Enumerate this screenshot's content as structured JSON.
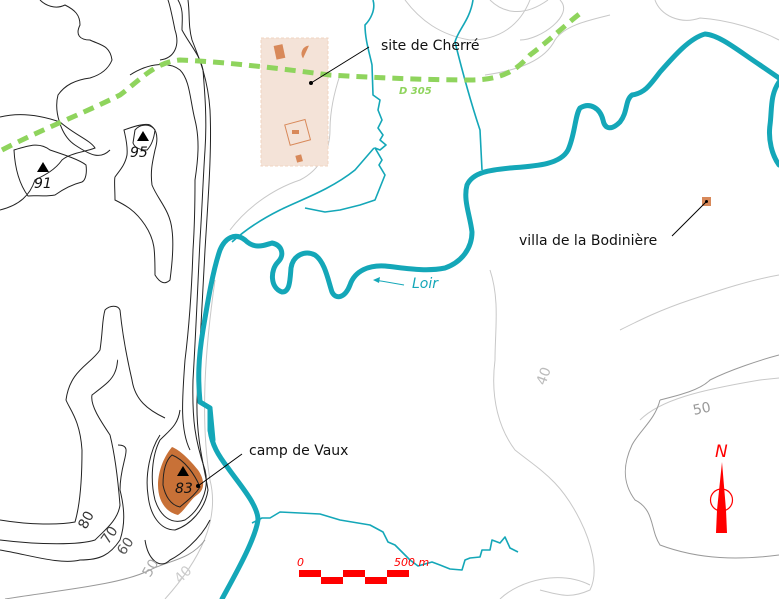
{
  "labels": {
    "site": "site de Cherré",
    "villa": "villa de la Bodinière",
    "camp": "camp de Vaux",
    "river": "Loir",
    "road": "D 305"
  },
  "summits": [
    "91",
    "95",
    "83"
  ],
  "contours": [
    "80",
    "70",
    "60",
    "50",
    "40",
    "40",
    "50"
  ],
  "scale": {
    "start": "0",
    "end": "500 m"
  },
  "compass": {
    "north": "N"
  },
  "colors": {
    "river": "#14a7b8",
    "road": "#8fd45d",
    "site": "#f4e3d8",
    "remains": "#d8895a",
    "camp": "#c87137",
    "accent": "#ff0000"
  }
}
